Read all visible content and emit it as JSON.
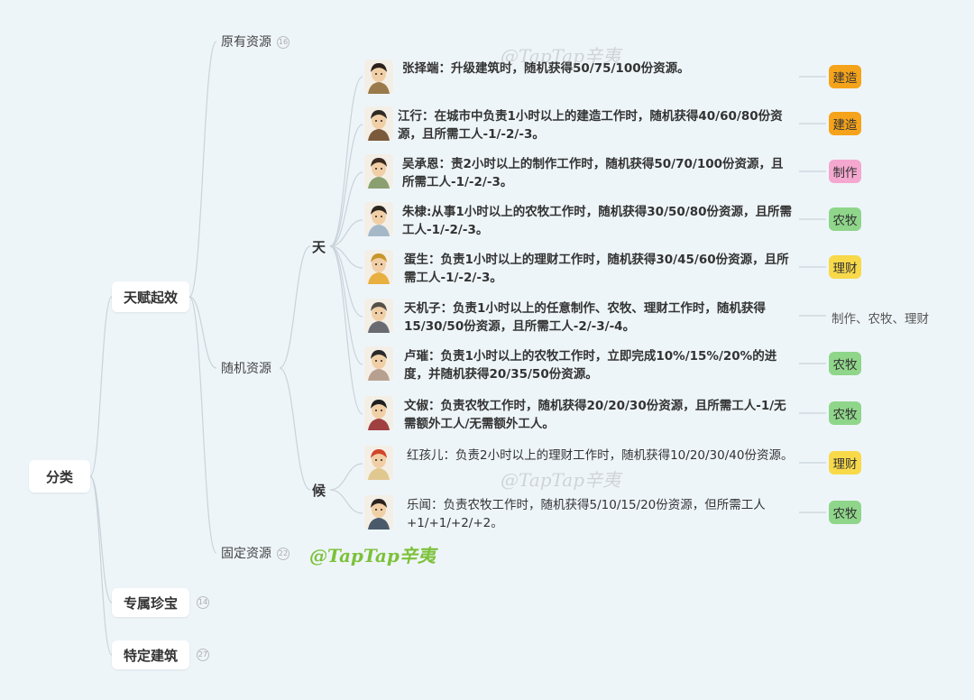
{
  "root": {
    "label": "分类"
  },
  "level1": [
    {
      "label": "天赋起效"
    },
    {
      "label": "专属珍宝",
      "badge": "14"
    },
    {
      "label": "特定建筑",
      "badge": "27"
    }
  ],
  "level2": [
    {
      "label": "原有资源",
      "badge": "16"
    },
    {
      "label": "随机资源"
    },
    {
      "label": "固定资源",
      "badge": "22"
    }
  ],
  "level3": [
    {
      "label": "天"
    },
    {
      "label": "候"
    }
  ],
  "leaves": [
    {
      "text": "张择端：升级建筑时，随机获得50/75/100份资源。",
      "tag": "建造",
      "tag_color": "#f5a31a"
    },
    {
      "text": "江行：在城市中负责1小时以上的建造工作时，随机获得40/60/80份资源，且所需工人-1/-2/-3。",
      "tag": "建造",
      "tag_color": "#f5a31a"
    },
    {
      "text": "吴承恩：责2小时以上的制作工作时，随机获得50/70/100份资源，且所需工人-1/-2/-3。",
      "tag": "制作",
      "tag_color": "#f4a8cf"
    },
    {
      "text": "朱棣:从事1小时以上的农牧工作时，随机获得30/50/80份资源，且所需工人-1/-2/-3。",
      "tag": "农牧",
      "tag_color": "#8fd68a"
    },
    {
      "text": "蛋生：负责1小时以上的理财工作时，随机获得30/45/60份资源，且所需工人-1/-2/-3。",
      "tag": "理财",
      "tag_color": "#f7d94a"
    },
    {
      "text": "天机子：负责1小时以上的任意制作、农牧、理财工作时，随机获得15/30/50份资源，且所需工人-2/-3/-4。",
      "tag": "制作、农牧、理财",
      "tag_color": ""
    },
    {
      "text": "卢璀：负责1小时以上的农牧工作时，立即完成10%/15%/20%的进度，并随机获得20/35/50份资源。",
      "tag": "农牧",
      "tag_color": "#8fd68a"
    },
    {
      "text": "文俶：负责农牧工作时，随机获得20/20/30份资源，且所需工人-1/无需额外工人/无需额外工人。",
      "tag": "农牧",
      "tag_color": "#8fd68a"
    },
    {
      "text": "红孩儿：负责2小时以上的理财工作时，随机获得10/20/30/40份资源。",
      "tag": "理财",
      "tag_color": "#f7d94a"
    },
    {
      "text": "乐闻：负责农牧工作时，随机获得5/10/15/20份资源，但所需工人+1/+1/+2/+2。",
      "tag": "农牧",
      "tag_color": "#8fd68a"
    }
  ],
  "watermarks": [
    "@TapTap辛夷",
    "@TapTap辛夷",
    "@TapTap辛夷"
  ],
  "colors": {
    "background": "#eef5f9",
    "line": "#c8d3da",
    "avatar_skin": "#f1cfa6",
    "avatar_hair": "#3b2a1f"
  }
}
